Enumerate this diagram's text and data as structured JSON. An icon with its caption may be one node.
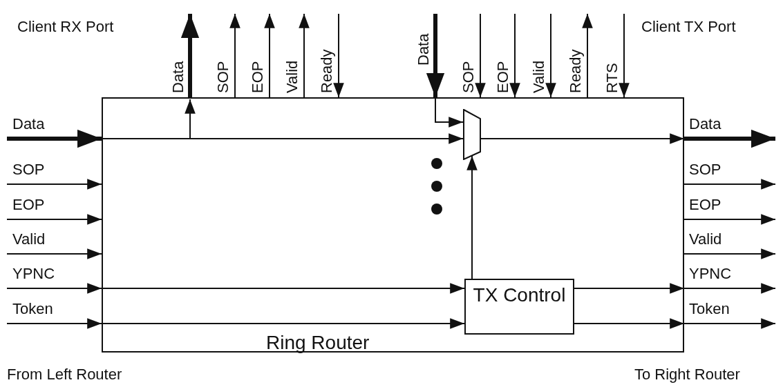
{
  "diagram": {
    "nodes": [
      {
        "text": [
          "Ring Router"
        ]
      },
      {
        "text": [],
        "shape": "trapezoid",
        "in": 0
      },
      {
        "text": [
          "TX Control"
        ],
        "in": 0
      }
    ],
    "edges": [
      {
        "from": null,
        "to": 0,
        "arrow": "to",
        "label": "Data",
        "style": "thick"
      },
      {
        "from": null,
        "to": 0,
        "arrow": "to",
        "label": "SOP"
      },
      {
        "from": null,
        "to": 0,
        "arrow": "to",
        "label": "EOP"
      },
      {
        "from": null,
        "to": 0,
        "arrow": "to",
        "label": "Valid"
      },
      {
        "from": null,
        "to": 0,
        "arrow": "to",
        "label": "YPNC"
      },
      {
        "from": null,
        "to": 0,
        "arrow": "to",
        "label": "Token"
      },
      {
        "from": 0,
        "to": null,
        "arrow": "to",
        "label": "Data",
        "style": "thick"
      },
      {
        "from": 0,
        "to": null,
        "arrow": "to",
        "label": "SOP"
      },
      {
        "from": 0,
        "to": null,
        "arrow": "to",
        "label": "EOP"
      },
      {
        "from": 0,
        "to": null,
        "arrow": "to",
        "label": "Valid"
      },
      {
        "from": null,
        "to": 0,
        "arrow": "to",
        "label": "Ready"
      },
      {
        "from": null,
        "to": 0,
        "arrow": "to",
        "label": "Data",
        "style": "thick"
      },
      {
        "from": null,
        "to": 0,
        "arrow": "to",
        "label": "SOP"
      },
      {
        "from": null,
        "to": 0,
        "arrow": "to",
        "label": "EOP"
      },
      {
        "from": null,
        "to": 0,
        "arrow": "to",
        "label": "Valid"
      },
      {
        "from": 0,
        "to": null,
        "arrow": "to",
        "label": "Ready"
      },
      {
        "from": null,
        "to": 0,
        "arrow": "to",
        "label": "RTS"
      },
      {
        "from": 0,
        "to": null,
        "arrow": "to",
        "label": "Data",
        "style": "thick"
      },
      {
        "from": 0,
        "to": null,
        "arrow": "to",
        "label": "SOP"
      },
      {
        "from": 0,
        "to": null,
        "arrow": "to",
        "label": "EOP"
      },
      {
        "from": 0,
        "to": null,
        "arrow": "to",
        "label": "Valid"
      },
      {
        "from": 0,
        "to": null,
        "arrow": "to",
        "label": "YPNC"
      },
      {
        "from": 0,
        "to": null,
        "arrow": "to",
        "label": "Token"
      },
      {
        "from": 0,
        "to": 1,
        "arrow": "to"
      },
      {
        "from": 0,
        "to": 1,
        "arrow": "to"
      },
      {
        "from": 1,
        "to": 0,
        "arrow": "to"
      },
      {
        "from": 2,
        "to": 1,
        "arrow": "to"
      },
      {
        "from": 0,
        "to": 2,
        "arrow": "to"
      },
      {
        "from": 0,
        "to": 2,
        "arrow": "to"
      },
      {
        "from": 2,
        "to": 0,
        "arrow": "to"
      },
      {
        "from": 2,
        "to": 0,
        "arrow": "to"
      }
    ],
    "labels": [
      "Client RX Port",
      "Client TX Port",
      "From Left Router",
      "To Right Router"
    ]
  }
}
